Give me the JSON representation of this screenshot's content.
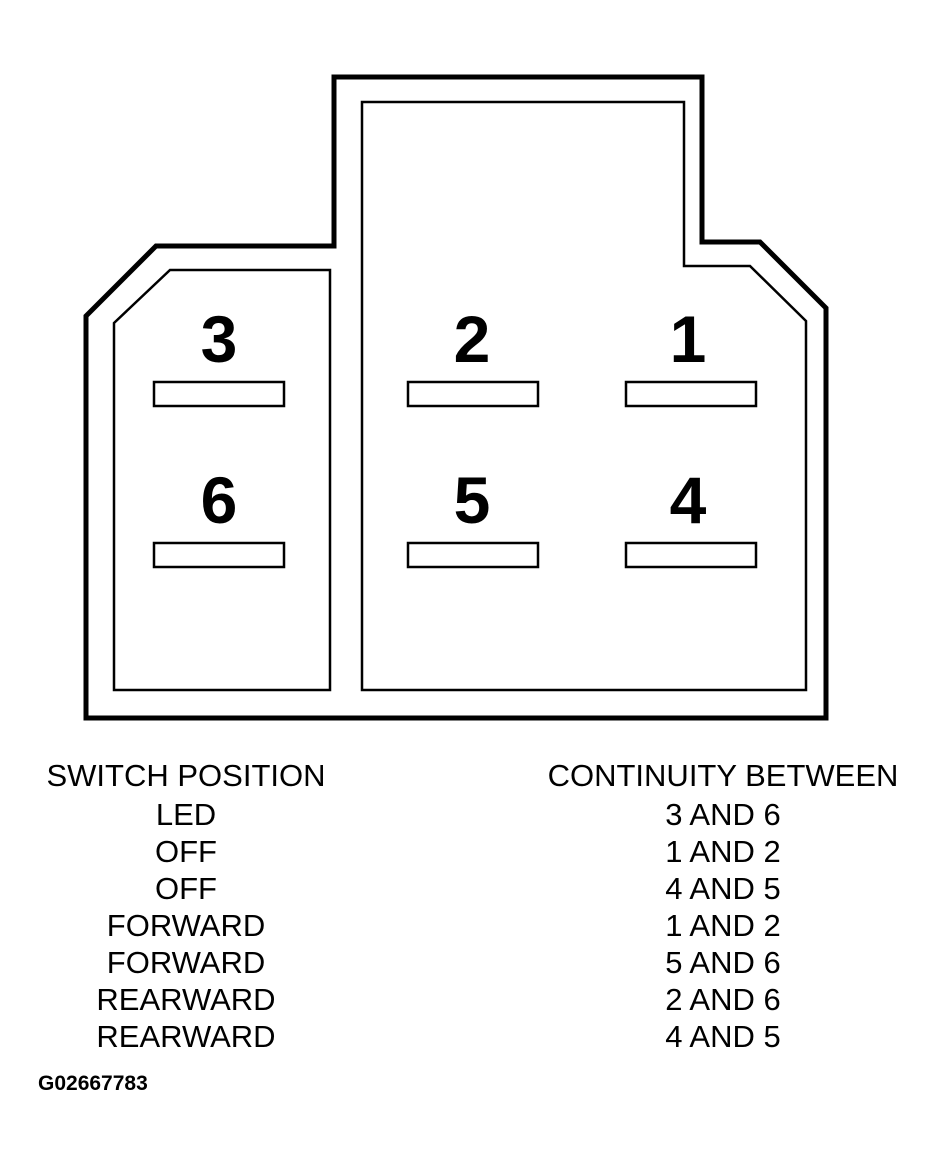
{
  "pins": [
    {
      "number": "3"
    },
    {
      "number": "2"
    },
    {
      "number": "1"
    },
    {
      "number": "6"
    },
    {
      "number": "5"
    },
    {
      "number": "4"
    }
  ],
  "table": {
    "header_position": "SWITCH POSITION",
    "header_continuity": "CONTINUITY BETWEEN",
    "rows": [
      {
        "position": "LED",
        "continuity": "3 AND 6"
      },
      {
        "position": "OFF",
        "continuity": "1 AND 2"
      },
      {
        "position": "OFF",
        "continuity": "4 AND 5"
      },
      {
        "position": "FORWARD",
        "continuity": "1 AND 2"
      },
      {
        "position": "FORWARD",
        "continuity": "5 AND 6"
      },
      {
        "position": "REARWARD",
        "continuity": "2 AND 6"
      },
      {
        "position": "REARWARD",
        "continuity": "4 AND 5"
      }
    ]
  },
  "figure_id": "G02667783"
}
